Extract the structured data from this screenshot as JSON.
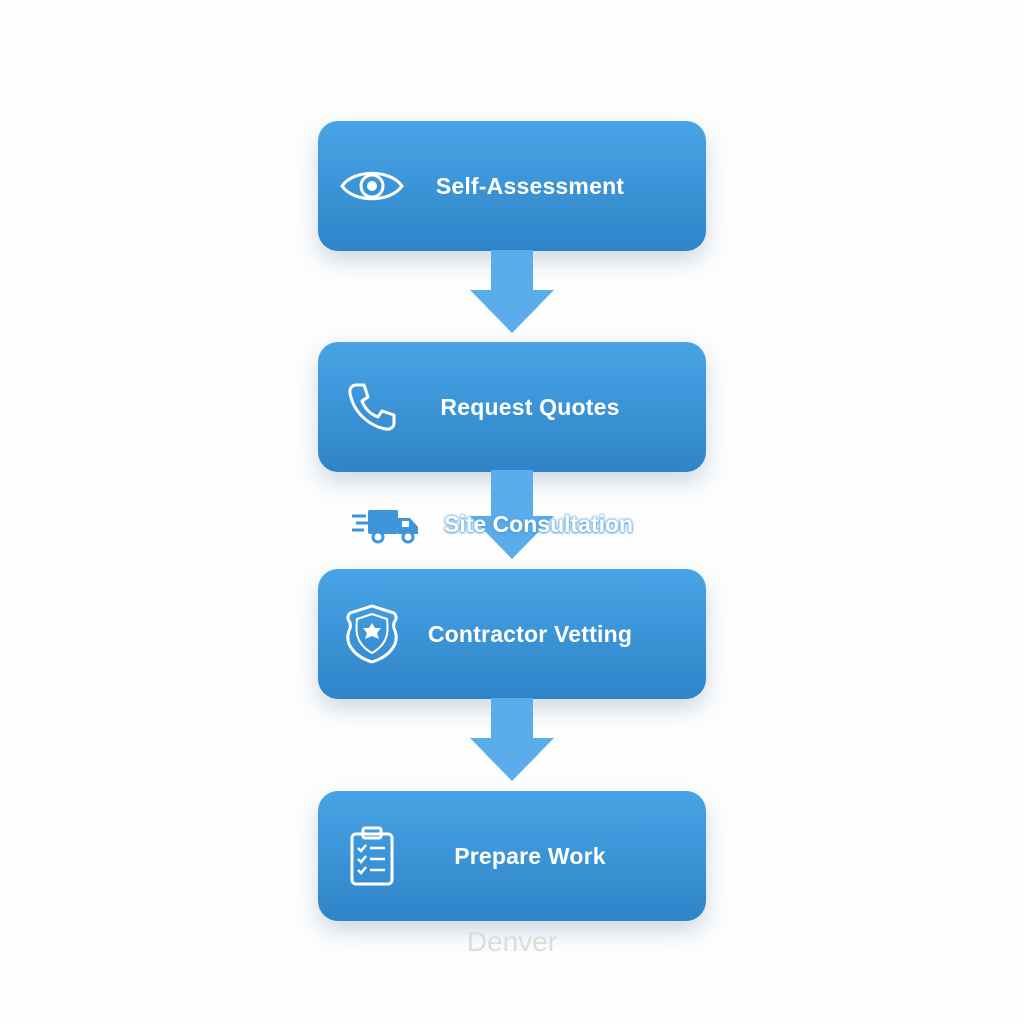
{
  "steps": [
    {
      "label": "Self-Assessment",
      "icon": "eye-icon"
    },
    {
      "label": "Request Quotes",
      "icon": "phone-icon"
    },
    {
      "label": "Contractor Vetting",
      "icon": "shield-icon"
    },
    {
      "label": "Prepare Work",
      "icon": "clipboard-checklist-icon"
    }
  ],
  "floating_step": {
    "label": "Site Consultation",
    "icon": "delivery-truck-icon"
  },
  "footer": {
    "location": "Denver"
  },
  "colors": {
    "box_top": "#48a4e6",
    "box_bottom": "#2f84c8",
    "arrow": "#5aacea",
    "text": "#ffffff",
    "footer_text": "#dcdcdc"
  }
}
